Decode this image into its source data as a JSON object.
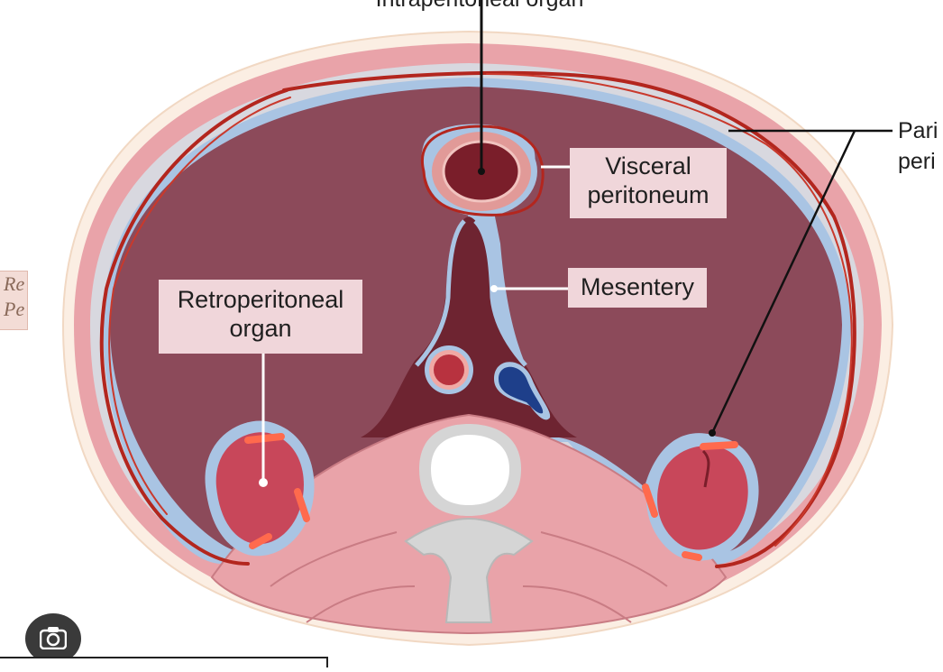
{
  "labels": {
    "top_organ": "Intraperitoneal organ",
    "visceral": "Visceral peritoneum",
    "mesentery": "Mesentery",
    "retro": "Retroperitoneal organ",
    "parietal_partial_1": "Pari",
    "parietal_partial_2": "peri",
    "left_card_1": "Re",
    "left_card_2": "Pe"
  },
  "icons": {
    "camera": "camera-icon"
  },
  "colors": {
    "cavity": "#8c4a5a",
    "peritoneum": "#a9c4e3",
    "body_wall": "#e9a3a9",
    "skin": "#fbeee3",
    "red_outline": "#b3261e",
    "label_bg": "#f0d6da"
  }
}
